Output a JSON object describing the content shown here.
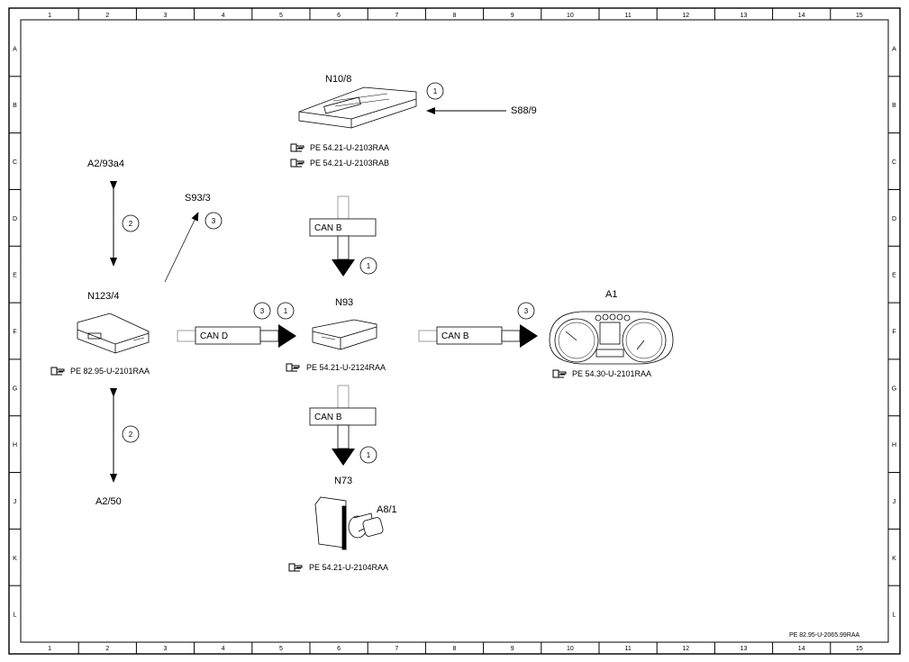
{
  "frame": {
    "col_labels": [
      "1",
      "2",
      "3",
      "4",
      "5",
      "6",
      "7",
      "8",
      "9",
      "10",
      "11",
      "12",
      "13",
      "14",
      "15"
    ],
    "row_labels": [
      "A",
      "B",
      "C",
      "D",
      "E",
      "F",
      "G",
      "H",
      "J",
      "K",
      "L"
    ]
  },
  "components": {
    "n10_8": {
      "label": "N10/8",
      "refs": [
        "PE 54.21-U-2103RAA",
        "PE 54.21-U-2103RAB"
      ]
    },
    "s88_9": {
      "label": "S88/9"
    },
    "a2_93a4": {
      "label": "A2/93a4"
    },
    "s93_3": {
      "label": "S93/3"
    },
    "n123_4": {
      "label": "N123/4",
      "refs": [
        "PE 82.95-U-2101RAA"
      ]
    },
    "n93": {
      "label": "N93",
      "refs": [
        "PE 54.21-U-2124RAA"
      ]
    },
    "a1": {
      "label": "A1",
      "refs": [
        "PE 54.30-U-2101RAA"
      ]
    },
    "a2_50": {
      "label": "A2/50"
    },
    "n73": {
      "label": "N73",
      "refs": [
        "PE 54.21-U-2104RAA"
      ]
    },
    "a8_1": {
      "label": "A8/1"
    }
  },
  "buses": {
    "can_b": "CAN B",
    "can_d": "CAN D"
  },
  "callouts": {
    "c1": "1",
    "c2": "2",
    "c3": "3"
  },
  "footer": {
    "doc_id": "PE 82.95-U-2065.99RAA"
  }
}
